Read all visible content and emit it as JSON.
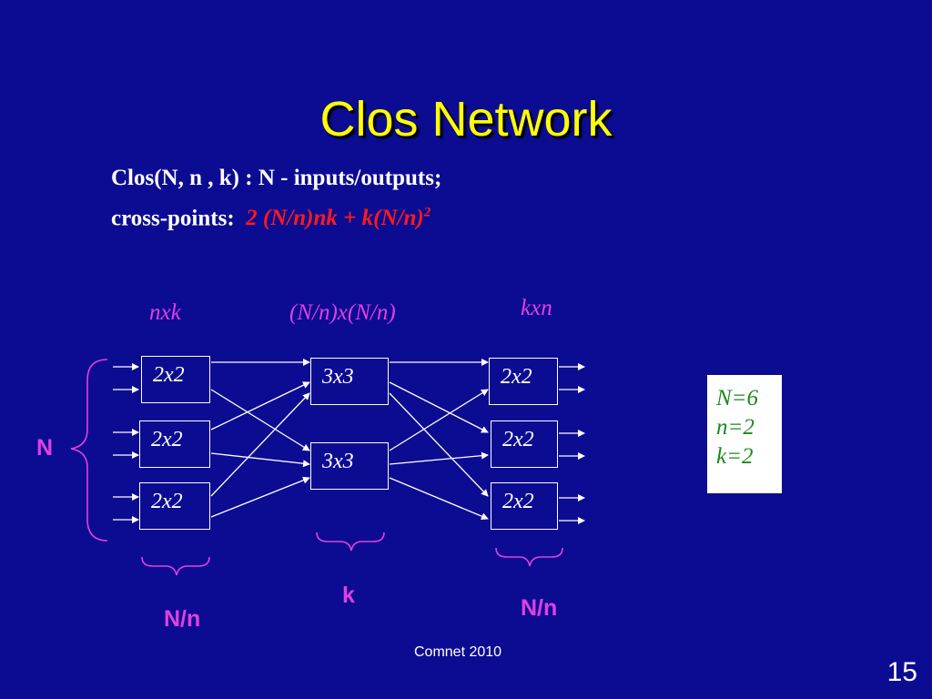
{
  "title": "Clos Network",
  "formula": {
    "line1": "Clos(N, n , k) :  N - inputs/outputs;",
    "line2_prefix": "cross-points:",
    "line2_expr": "2 (N/n)nk + k(N/n)",
    "line2_exp": "2"
  },
  "stage_labels": {
    "input": "nxk",
    "middle": "(N/n)x(N/n)",
    "output": "kxn"
  },
  "switches": {
    "input": [
      "2x2",
      "2x2",
      "2x2"
    ],
    "middle": [
      "3x3",
      "3x3"
    ],
    "output": [
      "2x2",
      "2x2",
      "2x2"
    ]
  },
  "braces": {
    "inputs": "N",
    "input_stage": "N/n",
    "middle_stage": "k",
    "output_stage": "N/n"
  },
  "params": [
    "N=6",
    "n=2",
    "k=2"
  ],
  "footer": "Comnet 2010",
  "slide_number": "15",
  "colors": {
    "background": "#0c0c93",
    "title": "#ffff00",
    "label": "#e040e0",
    "highlight": "#ff1a1a",
    "param_text": "#1a8a1a"
  }
}
